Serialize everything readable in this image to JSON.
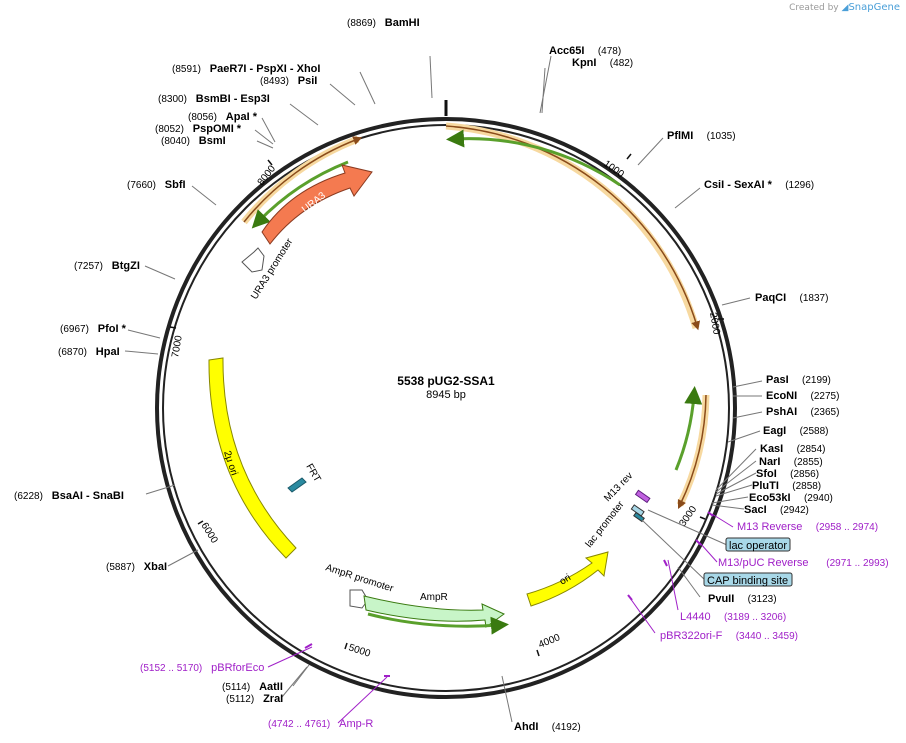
{
  "credit": {
    "prefix": "Created by",
    "brand": "SnapGene"
  },
  "plasmid": {
    "name": "5538 pUG2-SSA1",
    "size": "8945 bp"
  },
  "enzymes": [
    {
      "name": "BamHI",
      "pos": "(8869)"
    },
    {
      "name": "Acc65I",
      "pos": "(478)"
    },
    {
      "name": "KpnI",
      "pos": "(482)"
    },
    {
      "name": "PaeR7I - PspXI - XhoI",
      "pos": "(8591)"
    },
    {
      "name": "PsiI",
      "pos": "(8493)"
    },
    {
      "name": "BsmBI - Esp3I",
      "pos": "(8300)"
    },
    {
      "name": "ApaI *",
      "pos": "(8056)"
    },
    {
      "name": "PspOMI *",
      "pos": "(8052)"
    },
    {
      "name": "BsmI",
      "pos": "(8040)"
    },
    {
      "name": "PflMI",
      "pos": "(1035)"
    },
    {
      "name": "CsiI - SexAI *",
      "pos": "(1296)"
    },
    {
      "name": "SbfI",
      "pos": "(7660)"
    },
    {
      "name": "BtgZI",
      "pos": "(7257)"
    },
    {
      "name": "PaqCI",
      "pos": "(1837)"
    },
    {
      "name": "PfoI *",
      "pos": "(6967)"
    },
    {
      "name": "HpaI",
      "pos": "(6870)"
    },
    {
      "name": "PasI",
      "pos": "(2199)"
    },
    {
      "name": "EcoNI",
      "pos": "(2275)"
    },
    {
      "name": "PshAI",
      "pos": "(2365)"
    },
    {
      "name": "EagI",
      "pos": "(2588)"
    },
    {
      "name": "KasI",
      "pos": "(2854)"
    },
    {
      "name": "NarI",
      "pos": "(2855)"
    },
    {
      "name": "SfoI",
      "pos": "(2856)"
    },
    {
      "name": "PluTI",
      "pos": "(2858)"
    },
    {
      "name": "Eco53kI",
      "pos": "(2940)"
    },
    {
      "name": "SacI",
      "pos": "(2942)"
    },
    {
      "name": "BsaAI - SnaBI",
      "pos": "(6228)"
    },
    {
      "name": "XbaI",
      "pos": "(5887)"
    },
    {
      "name": "PvuII",
      "pos": "(3123)"
    },
    {
      "name": "AatII",
      "pos": "(5114)"
    },
    {
      "name": "ZraI",
      "pos": "(5112)"
    },
    {
      "name": "AhdI",
      "pos": "(4192)"
    }
  ],
  "primers": [
    {
      "name": "M13 Reverse",
      "pos": "(2958 .. 2974)"
    },
    {
      "name": "M13/pUC Reverse",
      "pos": "(2971 .. 2993)"
    },
    {
      "name": "L4440",
      "pos": "(3189 .. 3206)"
    },
    {
      "name": "pBR322ori-F",
      "pos": "(3440 .. 3459)"
    },
    {
      "name": "pBRforEco",
      "pos": "(5152 .. 5170)"
    },
    {
      "name": "Amp-R",
      "pos": "(4742 .. 4761)"
    }
  ],
  "boxed_features": [
    "lac operator",
    "CAP binding site"
  ],
  "features": {
    "ura3": "URA3",
    "ura3_promoter": "URA3 promoter",
    "two_mu": "2μ ori",
    "frt": "FRT",
    "ampr_promoter": "AmpR promoter",
    "ampr": "AmpR",
    "ori": "ori",
    "lac_promoter": "lac promoter",
    "m13_rev": "M13 rev"
  },
  "ticks": [
    "1000",
    "2000",
    "3000",
    "4000",
    "5000",
    "6000",
    "7000",
    "8000"
  ],
  "colors": {
    "backbone": "#222222",
    "orf": "#f0b860",
    "orf_line": "#8a4b1a",
    "green_arrow": "#5aa02c",
    "ura3": "#f47a50",
    "two_mu": "#ffff00",
    "ampr": "#c8f5c8",
    "primer": "#a020c8",
    "boxed": "#a8d8e8"
  }
}
